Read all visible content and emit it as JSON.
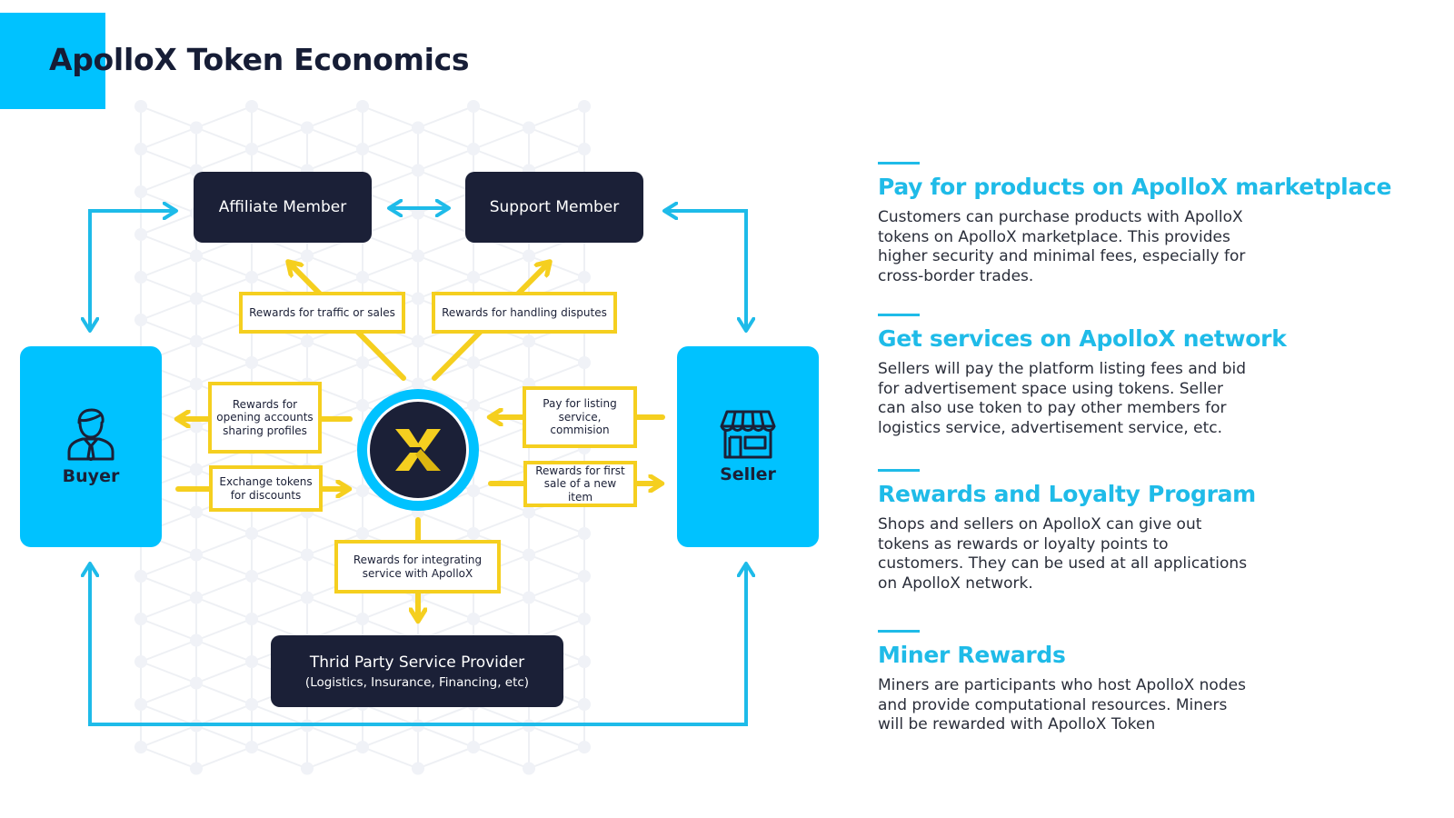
{
  "header": {
    "title": "ApolloX Token Economics"
  },
  "colors": {
    "accent_blue": "#00c2ff",
    "heading_blue": "#1fbbe8",
    "navy": "#1b2037",
    "yellow": "#f5cf1f"
  },
  "diagram": {
    "nodes": {
      "affiliate": "Affiliate Member",
      "support": "Support Member",
      "buyer": "Buyer",
      "seller": "Seller",
      "third_party": "Thrid Party Service Provider",
      "third_party_sub": "(Logistics, Insurance, Financing, etc)",
      "hub_icon": "apollox-x-logo"
    },
    "flows": {
      "traffic_sales": "Rewards for traffic or sales",
      "handling_disputes": "Rewards for handling disputes",
      "opening_accounts": "Rewards for opening accounts sharing profiles",
      "exchange_tokens": "Exchange tokens for discounts",
      "pay_listing": "Pay for listing service, commision",
      "first_sale": "Rewards for first sale of a new item",
      "integrating": "Rewards for integrating service with ApolloX"
    },
    "icons": {
      "buyer": "user-icon",
      "seller": "storefront-icon"
    }
  },
  "sections": [
    {
      "title": "Pay for products on ApolloX marketplace",
      "body": "Customers can purchase products with ApolloX tokens on ApolloX marketplace. This provides higher security and minimal fees, especially for cross-border trades."
    },
    {
      "title": "Get services on ApolloX network",
      "body": "Sellers will pay the platform listing fees and bid for advertisement space using tokens. Seller can also use token to pay other members for logistics service, advertisement service, etc."
    },
    {
      "title": "Rewards and Loyalty Program",
      "body": "Shops and sellers on ApolloX can give out tokens as rewards or loyalty points to customers. They can be used at all applications on ApolloX network."
    },
    {
      "title": "Miner Rewards",
      "body": "Miners are participants who host ApolloX nodes and provide computational resources. Miners will be rewarded with ApolloX Token"
    }
  ]
}
